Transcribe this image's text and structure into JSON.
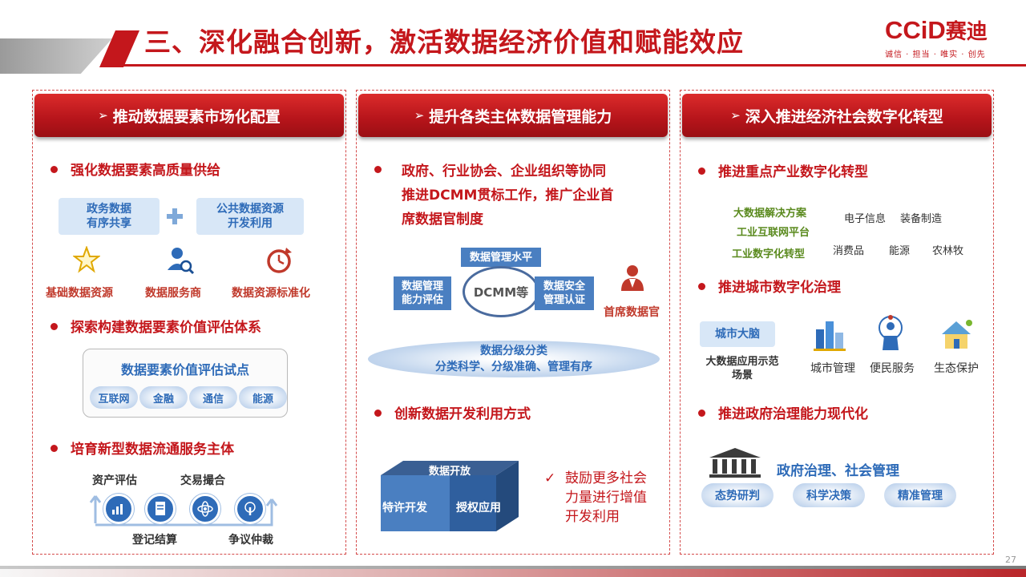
{
  "title": "三、深化融合创新，激活数据经济价值和赋能效应",
  "logo": {
    "brand": "CCiD",
    "brand_cn": "赛迪",
    "slogan": "诚信 · 担当 · 唯实 · 创先"
  },
  "page_number": "27",
  "colors": {
    "accent_red": "#c4171c",
    "accent_blue": "#2e6bb8",
    "pill_bg": "#d8e7f7"
  },
  "col1": {
    "header": "推动数据要素市场化配置",
    "b1": "强化数据要素高质量供给",
    "pill_a": [
      "政务数据",
      "有序共享"
    ],
    "pill_b": [
      "公共数据资源",
      "开发利用"
    ],
    "items": [
      {
        "label": "基础数据资源",
        "icon": "star-icon"
      },
      {
        "label": "数据服务商",
        "icon": "person-search-icon"
      },
      {
        "label": "数据资源标准化",
        "icon": "clock-refresh-icon"
      }
    ],
    "b2": "探索构建数据要素价值评估体系",
    "eval_title": "数据要素价值评估试点",
    "chips": [
      "互联网",
      "金融",
      "通信",
      "能源"
    ],
    "b3": "培育新型数据流通服务主体",
    "flow": {
      "top_left": "资产评估",
      "top_right": "交易撮合",
      "bottom_left": "登记结算",
      "bottom_right": "争议仲裁"
    }
  },
  "col2": {
    "header": "提升各类主体数据管理能力",
    "b1_lines": [
      "政府、行业协会、企业组织等协同",
      "推进DCMM贯标工作，推广企业首",
      "席数据官制度"
    ],
    "dcmm": {
      "top": "数据管理水平",
      "left": [
        "数据管理",
        "能力评估"
      ],
      "center": "DCMM等",
      "right": [
        "数据安全",
        "管理认证"
      ],
      "officer": "首席数据官"
    },
    "band": {
      "line1": "数据分级分类",
      "line2": "分类科学、分级准确、管理有序"
    },
    "b2": "创新数据开发利用方式",
    "cube": {
      "top": "数据开放",
      "left": "特许开发",
      "right": "授权应用"
    },
    "check_lines": [
      "鼓励更多社会",
      "力量进行增值",
      "开发利用"
    ]
  },
  "col3": {
    "header": "深入推进经济社会数字化转型",
    "b1": "推进重点产业数字化转型",
    "green": [
      "大数据解决方案",
      "工业互联网平台",
      "工业数字化转型"
    ],
    "industries": [
      "电子信息",
      "装备制造",
      "消费品",
      "能源",
      "农林牧"
    ],
    "b2": "推进城市数字化治理",
    "city_brain": "城市大脑",
    "bigdata_lines": [
      "大数据应用示范",
      "场景"
    ],
    "city_items": [
      {
        "label": "城市管理",
        "icon": "city-buildings-icon"
      },
      {
        "label": "便民服务",
        "icon": "service-person-icon"
      },
      {
        "label": "生态保护",
        "icon": "eco-house-icon"
      }
    ],
    "b3": "推进政府治理能力现代化",
    "gov_title": "政府治理、社会管理",
    "gov_chips": [
      "态势研判",
      "科学决策",
      "精准管理"
    ]
  }
}
